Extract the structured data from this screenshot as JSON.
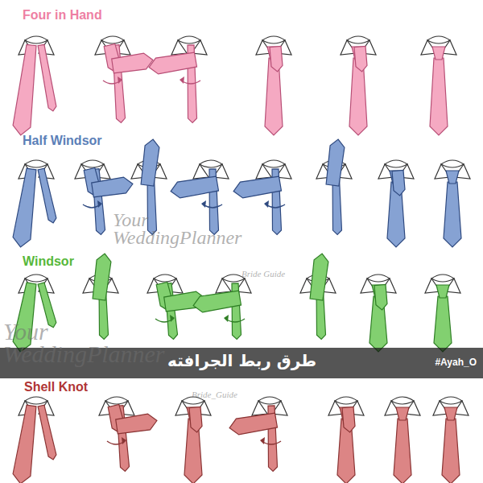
{
  "diagram": {
    "title": "طرق ربط الجرافته",
    "labels": [
      "Four in Hand",
      "Half Windsor",
      "Windsor",
      "Shell Knot",
      "#Ayah_O",
      "Your WeddingPlanner",
      "Bride Guide",
      "Your WeddingPlanner",
      "Bride_Guide"
    ]
  }
}
